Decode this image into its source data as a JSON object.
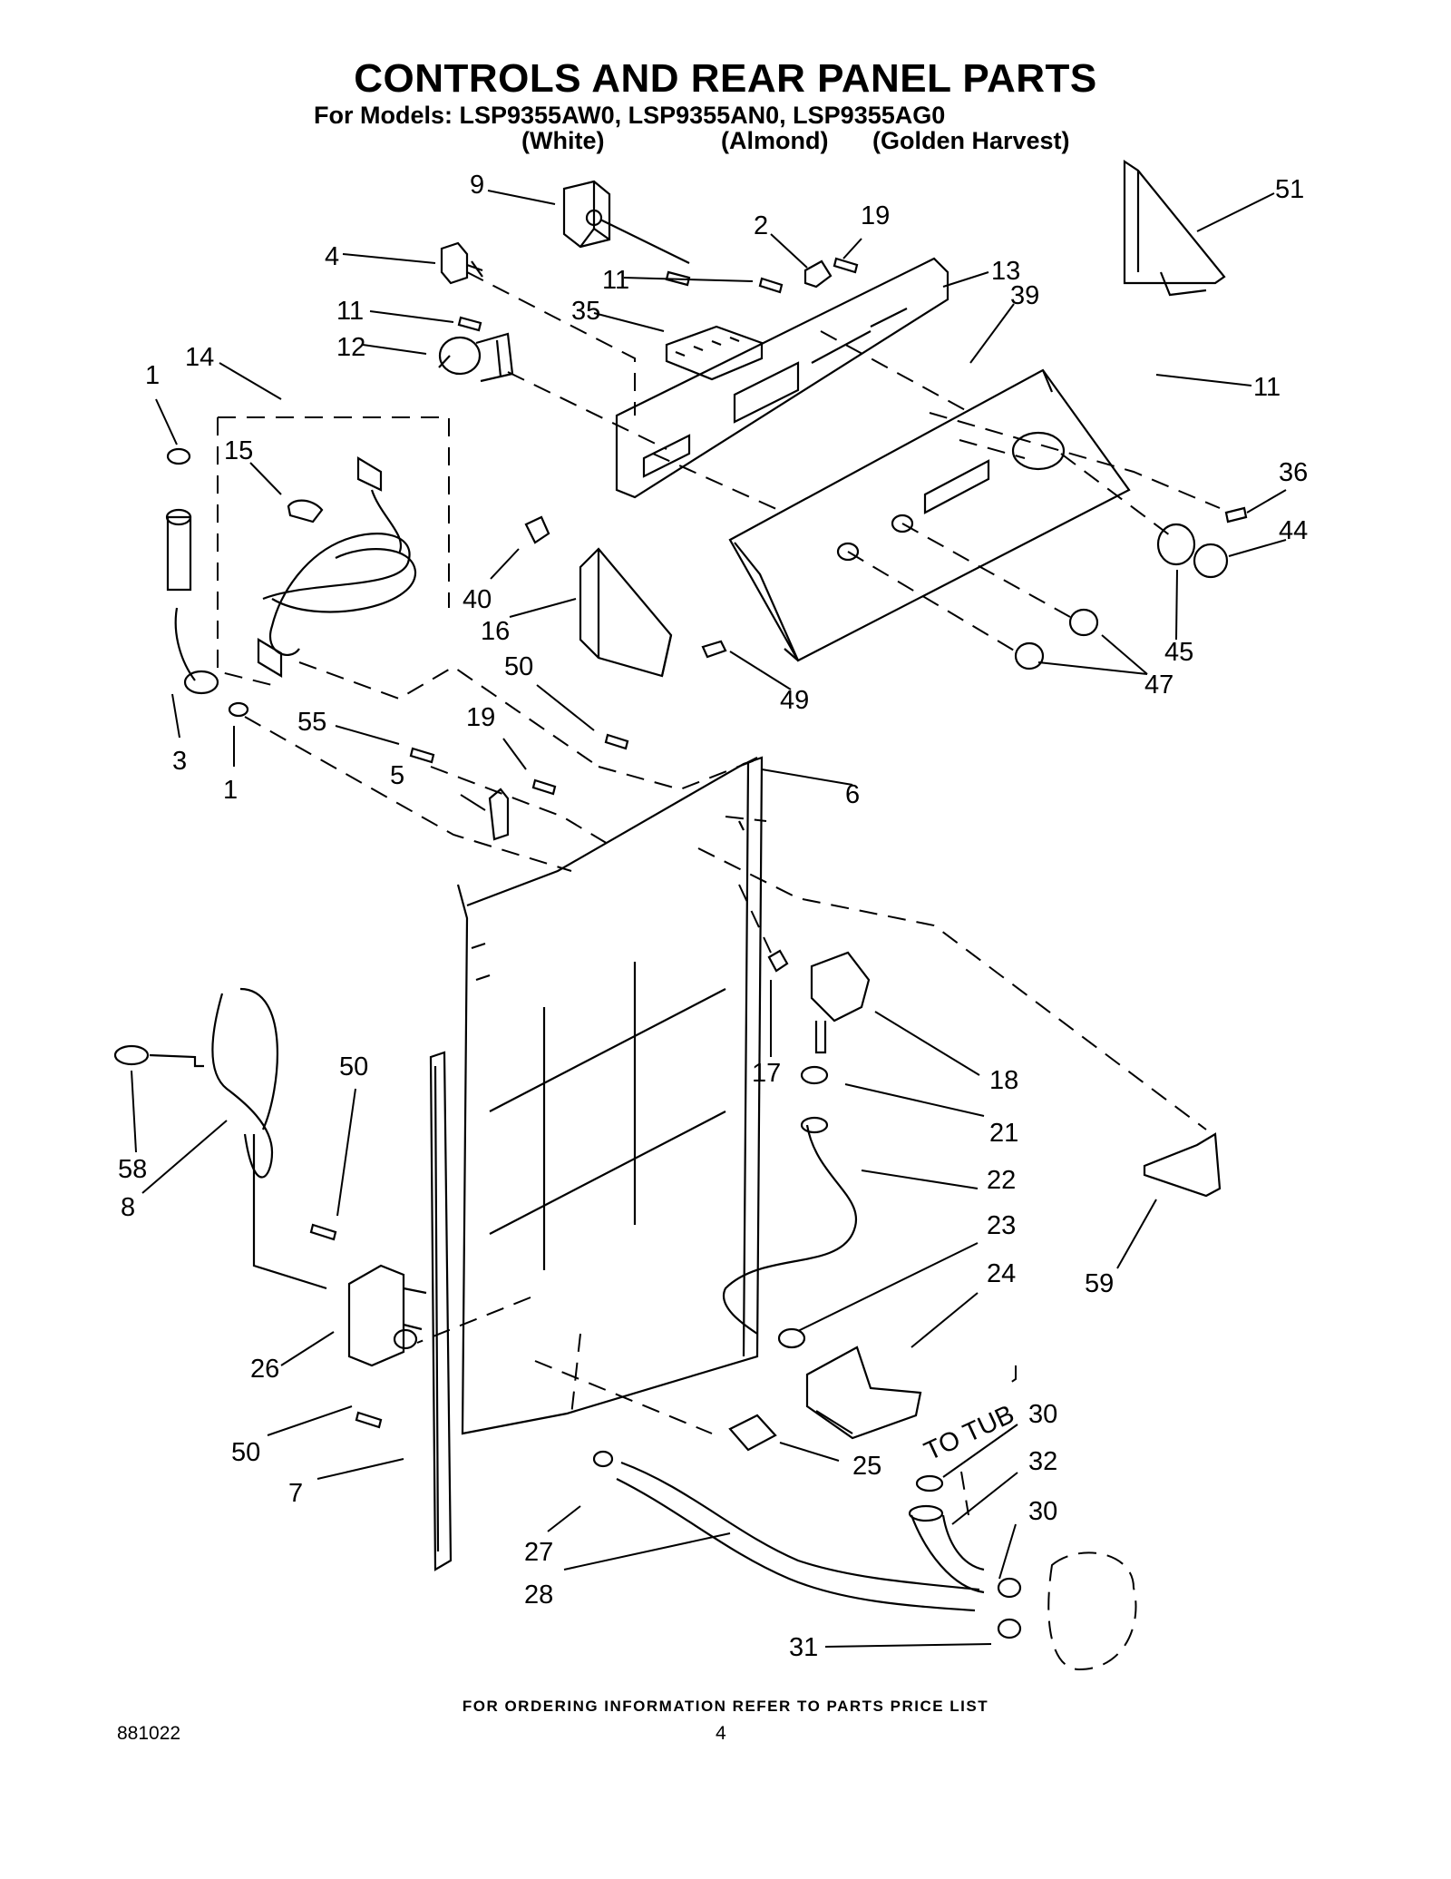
{
  "title": "CONTROLS AND REAR PANEL PARTS",
  "models_line": "For Models:  LSP9355AW0,  LSP9355AN0,  LSP9355AG0",
  "colors": [
    "(White)",
    "(Almond)",
    "(Golden Harvest)"
  ],
  "callouts": {
    "c9": "9",
    "c2": "2",
    "c19a": "19",
    "c51": "51",
    "c4": "4",
    "c11a": "11",
    "c13": "13",
    "c39": "39",
    "c35": "35",
    "c11b": "11",
    "c12": "12",
    "c11c": "11",
    "c1a": "1",
    "c14": "14",
    "c15": "15",
    "c36": "36",
    "c44": "44",
    "c40": "40",
    "c16": "16",
    "c45": "45",
    "c47": "47",
    "c50a": "50",
    "c49": "49",
    "c55": "55",
    "c19b": "19",
    "c3": "3",
    "c1b": "1",
    "c5": "5",
    "c6": "6",
    "c17": "17",
    "c18": "18",
    "c21": "21",
    "c50b": "50",
    "c58": "58",
    "c8": "8",
    "c22": "22",
    "c23": "23",
    "c24": "24",
    "c59": "59",
    "c26": "26",
    "c50c": "50",
    "c30a": "30",
    "c25": "25",
    "c7": "7",
    "c32": "32",
    "c27": "27",
    "c30b": "30",
    "c28": "28",
    "c31": "31",
    "c-to-tub": "TO TUB"
  },
  "footer": "FOR ORDERING INFORMATION REFER TO PARTS PRICE LIST",
  "doc_number": "881022",
  "page_number": "4"
}
